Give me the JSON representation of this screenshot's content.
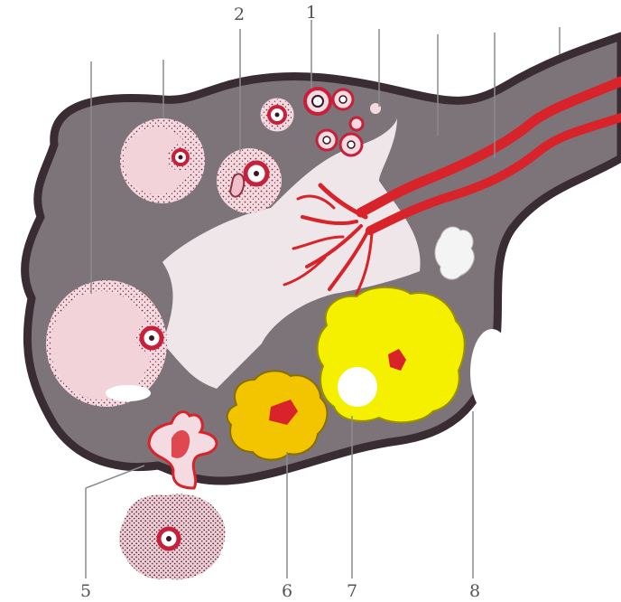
{
  "labels": {
    "one": "1",
    "two": "2",
    "five": "5",
    "six": "6",
    "seven": "7",
    "eight": "8"
  },
  "colors": {
    "stroma": "#7d7479",
    "capsule": "#3a2c33",
    "antrum": "#efe6ea",
    "granulosa": "#f3dbe1",
    "oocyte_ring": "#c6203a",
    "vessel": "#d9232a",
    "luteum_bright": "#f5ef00",
    "luteum_gold": "#f2c500",
    "albicans": "#ffffff",
    "leader_line": "#8b8b8b",
    "label_text": "#555555"
  }
}
